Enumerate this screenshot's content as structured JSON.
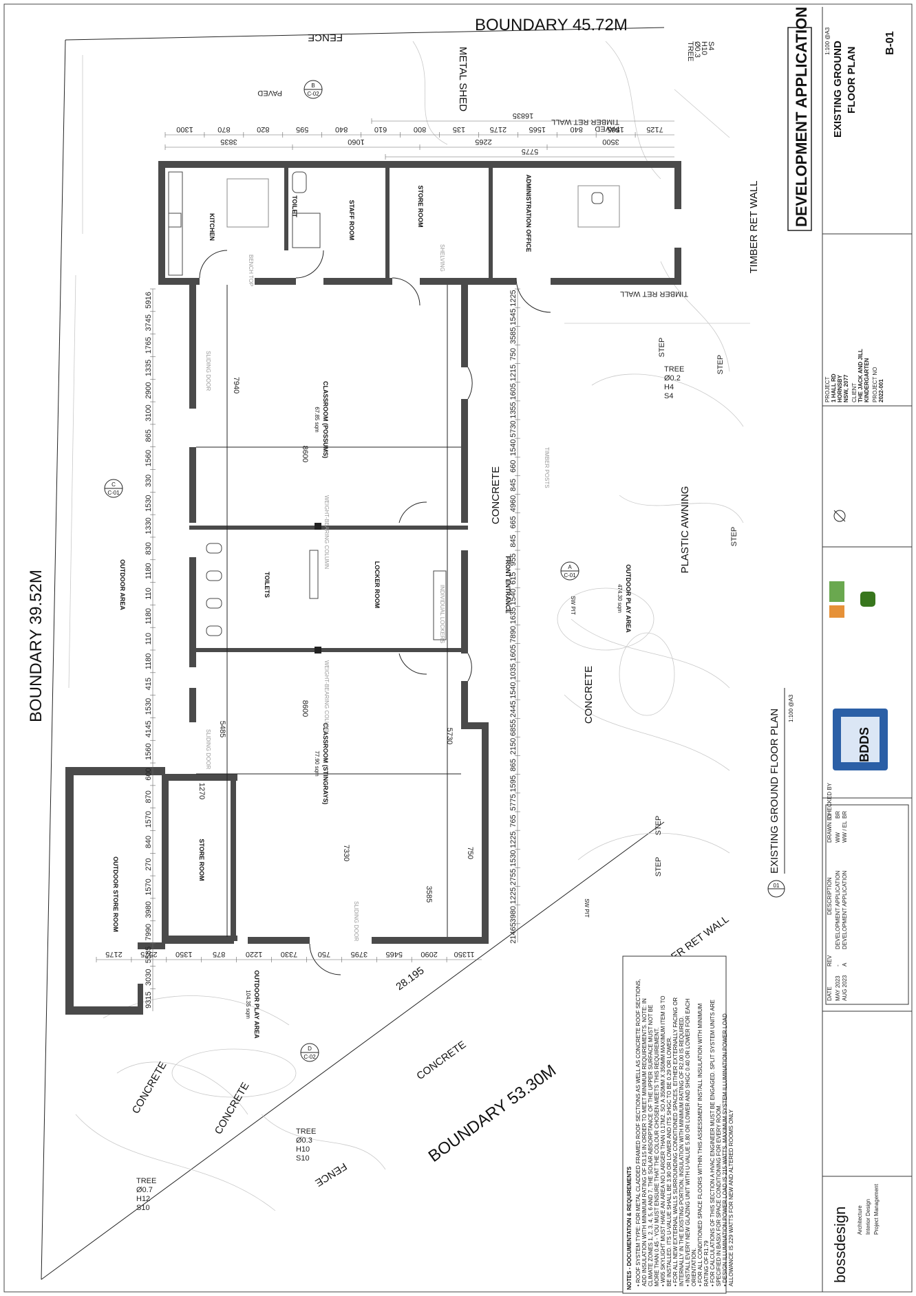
{
  "title_block": {
    "sheet_title": "EXISTING GROUND FLOOR PLAN",
    "scale": "1:100 @A3",
    "drawing_number": "B-01",
    "banner": "DEVELOPMENT APPLICATION",
    "project_label": "PROJECT",
    "project_address": [
      "1 HALL RD",
      "HORNSBY",
      "NSW, 2077"
    ],
    "client_label": "CLIENT",
    "client": [
      "THE JACK AND JILL",
      "KINDERGARTEN"
    ],
    "project_no_label": "PROJECT NO",
    "project_no": "2022-001",
    "revision_headers": [
      "DATE",
      "REV",
      "DESCRIPTION",
      "DRAWN BY",
      "CHECKED BY"
    ],
    "revisions": [
      {
        "date": "MAY 2023",
        "rev": "-",
        "description": "DEVELOPMENT APPLICATION",
        "drawn": "WW",
        "checked": "BR"
      },
      {
        "date": "AUG 2023",
        "rev": "A",
        "description": "DEVELOPMENT APPLICATION",
        "drawn": "WW / EL",
        "checked": "BR"
      }
    ],
    "firm": "bossdesign",
    "firm_services": [
      "Architecture",
      "Interior Design",
      "Project Management"
    ],
    "consultant": "BDDS"
  },
  "plan": {
    "caption": "EXISTING GROUND FLOOR PLAN",
    "caption_number": "01",
    "caption_scale": "1:100 @A3",
    "boundaries": {
      "north": "BOUNDARY 45.72M",
      "west": "BOUNDARY 39.52M",
      "south": "BOUNDARY 53.30M"
    },
    "rooms": [
      {
        "name": "KITCHEN"
      },
      {
        "name": "TOILET"
      },
      {
        "name": "STAFF ROOM"
      },
      {
        "name": "STORE ROOM"
      },
      {
        "name": "ADMINISTRATION OFFICE"
      },
      {
        "name": "CLASSROOM (POSSUMS)",
        "area": "67.85 sqm"
      },
      {
        "name": "TOILETS"
      },
      {
        "name": "LOCKER ROOM"
      },
      {
        "name": "CLASSROOM (STINGRAYS)",
        "area": "77.90 sqm"
      },
      {
        "name": "STORE ROOM"
      },
      {
        "name": "OUTDOOR STORE ROOM"
      },
      {
        "name": "FRONT ENTRANCE"
      },
      {
        "name": "OUTDOOR AREA"
      },
      {
        "name": "OUTDOOR PLAY AREA",
        "area": "474.30 sqm"
      },
      {
        "name": "OUTDOOR PLAY AREA",
        "area": "104.35 sqm"
      }
    ],
    "labels": {
      "fence": "FENCE",
      "metal_shed": "METAL SHED",
      "paved": "PAVED",
      "timber_ret_wall": "TIMBER RET WALL",
      "concrete": "CONCRETE",
      "plastic_awning": "PLASTIC AWNING",
      "step": "STEP",
      "sw_pit": "SW PIT",
      "low_timber_ret_wall": "LOW TIMBER RET WALL",
      "sliding_door": "SLIDING DOOR",
      "bench_top": "BENCH TOP",
      "shelving": "SHELVING",
      "weight_bearing_column": "WEIGHT-BEARING COLUMN",
      "timber_posts": "TIMBER POSTS",
      "individual_lockers": "INDIVIDUAL LOCKERS",
      "diagonal_dim": "28.195"
    },
    "section_markers": [
      {
        "letter": "B",
        "sheet": "C-02"
      },
      {
        "letter": "C",
        "sheet": "C-01"
      },
      {
        "letter": "A",
        "sheet": "C-01"
      },
      {
        "letter": "D",
        "sheet": "C-02"
      }
    ],
    "trees": [
      {
        "label": "TREE",
        "lines": [
          "Ø0.3",
          "H10",
          "S4"
        ]
      },
      {
        "label": "TREE",
        "lines": [
          "Ø0.2",
          "H4",
          "S4"
        ]
      },
      {
        "label": "TREE",
        "lines": [
          "Ø0.7",
          "H12",
          "S10"
        ]
      },
      {
        "label": "TREE",
        "lines": [
          "Ø0.3",
          "H10",
          "S10"
        ]
      }
    ],
    "dims_top": [
      "1300",
      "870",
      "820",
      "595",
      "840",
      "610",
      "800",
      "135",
      "2175",
      "1565",
      "840",
      "1565",
      "7125"
    ],
    "dims_top2": [
      "3835",
      "1060",
      "2265",
      "3500"
    ],
    "dims_top3": [
      "16835"
    ],
    "dims_top4": [
      "5775"
    ],
    "dims_left": [
      "5916",
      "3745",
      "1765",
      "1335",
      "2900",
      "3100",
      "865",
      "1560",
      "330",
      "1530",
      "1330",
      "830",
      "1180",
      "110",
      "1180",
      "110",
      "1180",
      "415",
      "1530",
      "4145",
      "1560",
      "600",
      "870",
      "1570",
      "840",
      "270",
      "1570",
      "3980",
      "7990",
      "5585",
      "3030",
      "9315"
    ],
    "dims_right": [
      "1225",
      "1545",
      "3585",
      "750",
      "1215",
      "1605",
      "1355",
      "5730",
      "1540",
      "660",
      "845",
      "4960",
      "665",
      "845",
      "955",
      "615",
      "1540",
      "1635",
      "7890",
      "1605",
      "1035",
      "1540",
      "2445",
      "6855",
      "2150",
      "865",
      "1595",
      "5775",
      "765",
      "1225",
      "1530",
      "2755",
      "1225",
      "3980",
      "21465"
    ],
    "dims_bottom": [
      "2175",
      "2575",
      "1350",
      "875",
      "1220",
      "7330",
      "750",
      "3795",
      "5465",
      "2090",
      "11350"
    ],
    "interior_dims": [
      "7940",
      "8600",
      "8600",
      "5485",
      "5730",
      "7330",
      "3585",
      "1270",
      "750"
    ]
  },
  "notes": {
    "heading": "NOTES - DOCUMENTATION & REQUIREMENTS",
    "items": [
      "ROOF SYSTEM TYPE: FOR METAL CLADDED FRAMED ROOF SECTIONS AS WELL AS CONCRETE ROOF SECTIONS, ADD INSULATION WITH MINIMUM RATING OF R3.15 IN ORDER TO MEET MINIMUM REQUIREMENTS. NOTE: IN CLIMATE ZONES 1, 2, 3, 4, 5, 6 AND 7, THE SOLAR ABSORPTANCE OF THE UPPER SURFACE MUST NOT BE MORE THAN 0.45 - YOU MUST ENSURE THAT THE COLOUR CHOSEN MEETS THIS REQUIREMENT.",
      "W05 SKYLIGHT MUST HAVE AN AREA NO LARGER THAN 0.17M2. SO A 350MM X 350MM MAXIMUM ITEM IS TO BE INSTALLED. ITS U-VALUE SHALL BE 3.90 OR LOWER AND ITS SHGC TO BE 0.29 OR LOWER.",
      "FOR ALL NEW EXTERNAL WALLS SURROUNDING CONDITIONED SPACES, EITHER EXTERNALLY FACING OR INTERNALLY IN THE EXISTING PORTION, INSULATION WITH MINIMUM RATING OF R2.00 IS REQUIRED.",
      "INSTALL EVERY NEW GLAZING UNIT WITH U-VALUE 5.80 OR LOWER AND SHGC 0.40 OR LOWER FOR EACH ORIENTATION.",
      "FOR ALL CONDITIONED SPACE FLOORS WITHIN THIS ASSESSMENT INSTALL INSULATION WITH MINIMUM RATING OF R1.79",
      "FOR CALCULATIONS OF THIS SECTION A HVAC ENGINEER MUST BE ENGAGED. SPLIT SYSTEM UNITS ARE SPECIFIED IN BASIX FOR SPACE CONDITIONING FOR EVERY ROOM.",
      "DESIGN ILLUMINATION POWER LOAD IS 215 WATTS. MAXIMUM SYSTEM ILLUMINATION POWER LOAD ALLOWANCE IS 229 WATTS FOR NEW AND ALTERED ROOMS ONLY"
    ]
  }
}
